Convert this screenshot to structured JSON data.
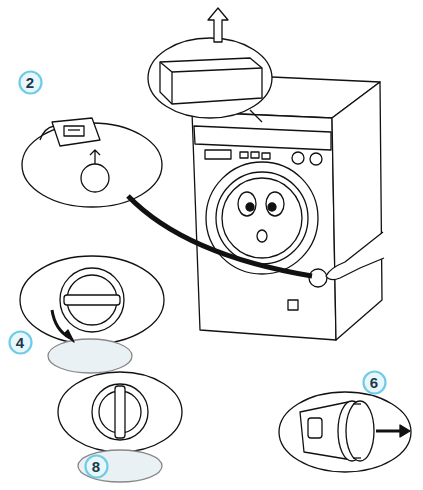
{
  "diagram": {
    "nodes": [
      {
        "text": [
          "2"
        ]
      },
      {
        "text": [
          "4"
        ]
      },
      {
        "text": [
          "6"
        ]
      },
      {
        "text": [
          "8"
        ]
      }
    ]
  }
}
